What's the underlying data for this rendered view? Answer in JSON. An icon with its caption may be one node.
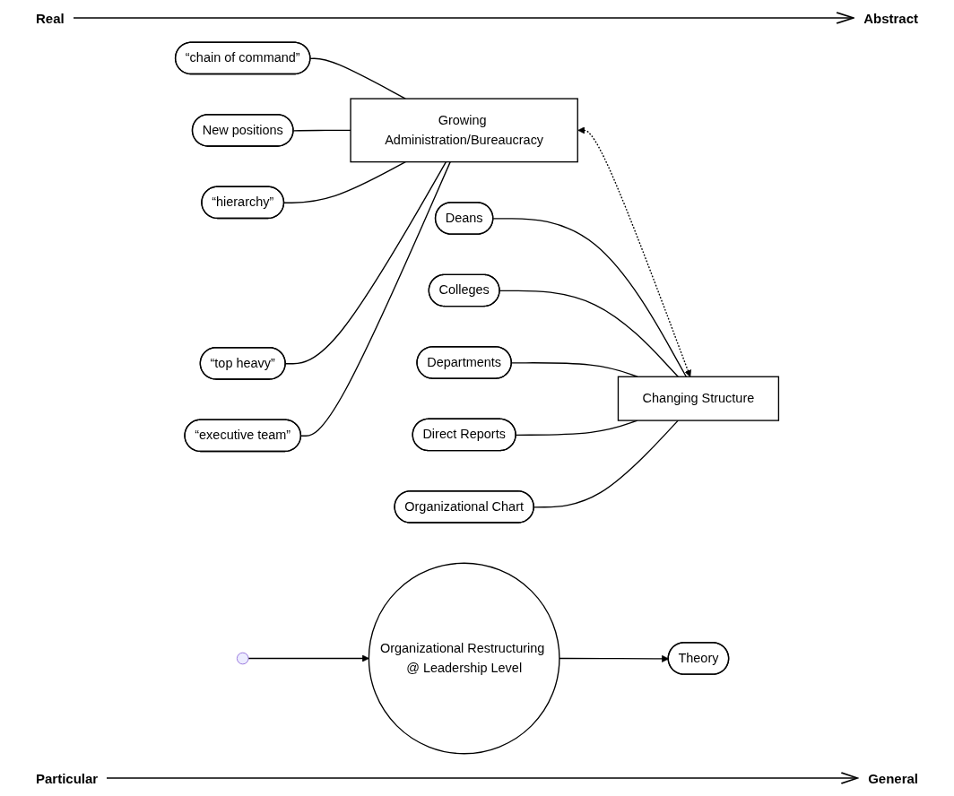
{
  "diagram": {
    "nodes": [
      {
        "text": [
          "“chain of command”"
        ]
      },
      {
        "text": [
          "New positions"
        ]
      },
      {
        "text": [
          "“hierarchy”"
        ]
      },
      {
        "text": [
          "“top heavy”"
        ]
      },
      {
        "text": [
          "“executive team”"
        ]
      },
      {
        "text": [
          "Growing Administration/Bureaucracy"
        ]
      },
      {
        "text": [
          "Organizational Restructuring @ Leadership Level"
        ]
      },
      {
        "text": [
          "Theory"
        ]
      },
      {
        "text": [
          "Deans"
        ]
      },
      {
        "text": [
          "Colleges"
        ]
      },
      {
        "text": [
          "Departments"
        ]
      },
      {
        "text": [
          "Direct Reports"
        ]
      },
      {
        "text": [
          "Organizational Chart"
        ]
      },
      {
        "text": [
          "Changing Structure"
        ]
      }
    ],
    "edges": [
      {
        "from": 0,
        "to": 5,
        "arrow": "none"
      },
      {
        "from": 1,
        "to": 5,
        "arrow": "none"
      },
      {
        "from": 2,
        "to": 5,
        "arrow": "none"
      },
      {
        "from": 3,
        "to": 5,
        "arrow": "none"
      },
      {
        "from": 4,
        "to": 5,
        "arrow": "none"
      },
      {
        "from": 5,
        "to": 13,
        "arrow": "both",
        "style": "dashed"
      },
      {
        "from": null,
        "to": 6,
        "arrow": "to"
      },
      {
        "from": 6,
        "to": 7,
        "arrow": "to"
      },
      {
        "from": 8,
        "to": 13,
        "arrow": "none"
      },
      {
        "from": 9,
        "to": 13,
        "arrow": "none"
      },
      {
        "from": 10,
        "to": 13,
        "arrow": "none"
      },
      {
        "from": 11,
        "to": 13,
        "arrow": "none"
      },
      {
        "from": 12,
        "to": 13,
        "arrow": "none"
      }
    ],
    "labels": [
      "Real",
      "Abstract",
      "Particular",
      "General"
    ]
  }
}
